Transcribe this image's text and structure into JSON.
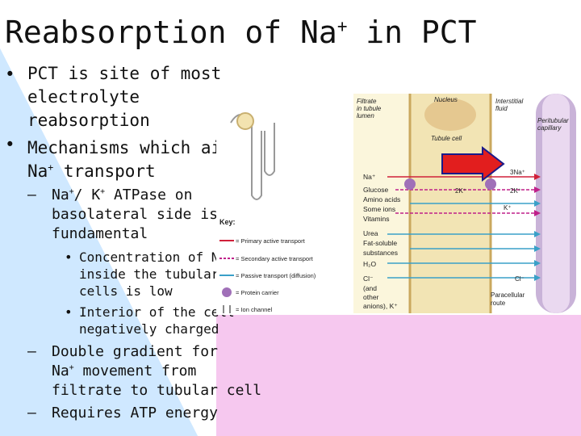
{
  "slide": {
    "title_main": "Reabsorption of Na",
    "title_sup": "+",
    "title_end": " in PCT",
    "bullets": [
      {
        "lines": [
          "PCT is site of most",
          "electrolyte",
          "reabsorption"
        ]
      },
      {
        "line1_pre": "Mechanisms which aid",
        "line2_a": "Na",
        "line2_sup": "+",
        "line2_b": " transport"
      }
    ],
    "sub1": {
      "a": "Na",
      "s1": "+",
      "b": "/ K",
      "s2": "+",
      "c": " ATPase on",
      "l2": "basolateral side is",
      "l3": "fundamental"
    },
    "subsub": [
      {
        "a": "Concentration of Na",
        "s": "+",
        "l2": "inside the tubular",
        "l3": "cells is low"
      },
      {
        "l1": "Interior of the cell",
        "l2": "negatively charged"
      }
    ],
    "sub2": {
      "l1": "Double gradient for",
      "l2a": "Na",
      "l2s": "+",
      "l2b": " movement from",
      "l3": "filtrate to tubular cell"
    },
    "sub3": {
      "l1": "Requires ATP energy"
    },
    "dash": "–",
    "dot": "•"
  },
  "figure": {
    "filtrate_label": [
      "Filtrate",
      "in tubule",
      "lumen"
    ],
    "nucleus": "Nucleus",
    "interstitial": [
      "Interstitial",
      "fluid"
    ],
    "peritubular": [
      "Peritubular",
      "capillary"
    ],
    "tubule_cell": "Tubule cell",
    "solutes": [
      "Na⁺",
      "Glucose",
      "Amino acids",
      "Some ions",
      "Vitamins",
      "Urea",
      "Fat-soluble",
      "substances",
      "H₂O",
      "Cl⁻",
      "(and",
      "other",
      "anions), K⁺"
    ],
    "na3": "3Na⁺",
    "k2": "2K⁺",
    "k_plus": "K⁺",
    "cl_minus": "Cl⁻",
    "paracellular": [
      "Paracellular",
      "route"
    ],
    "key_title": "Key:",
    "key_items": [
      "= Primary active transport",
      "= Secondary active transport",
      "= Passive transport (diffusion)",
      "= Protein carrier",
      "= Ion channel"
    ],
    "colors": {
      "primary": "#d0203a",
      "secondary": "#c0208a",
      "passive": "#3aa0c8",
      "carrier": "#a070b8",
      "pink_bg": "#f6c8ef",
      "left_bg": "#cfe8ff"
    }
  }
}
